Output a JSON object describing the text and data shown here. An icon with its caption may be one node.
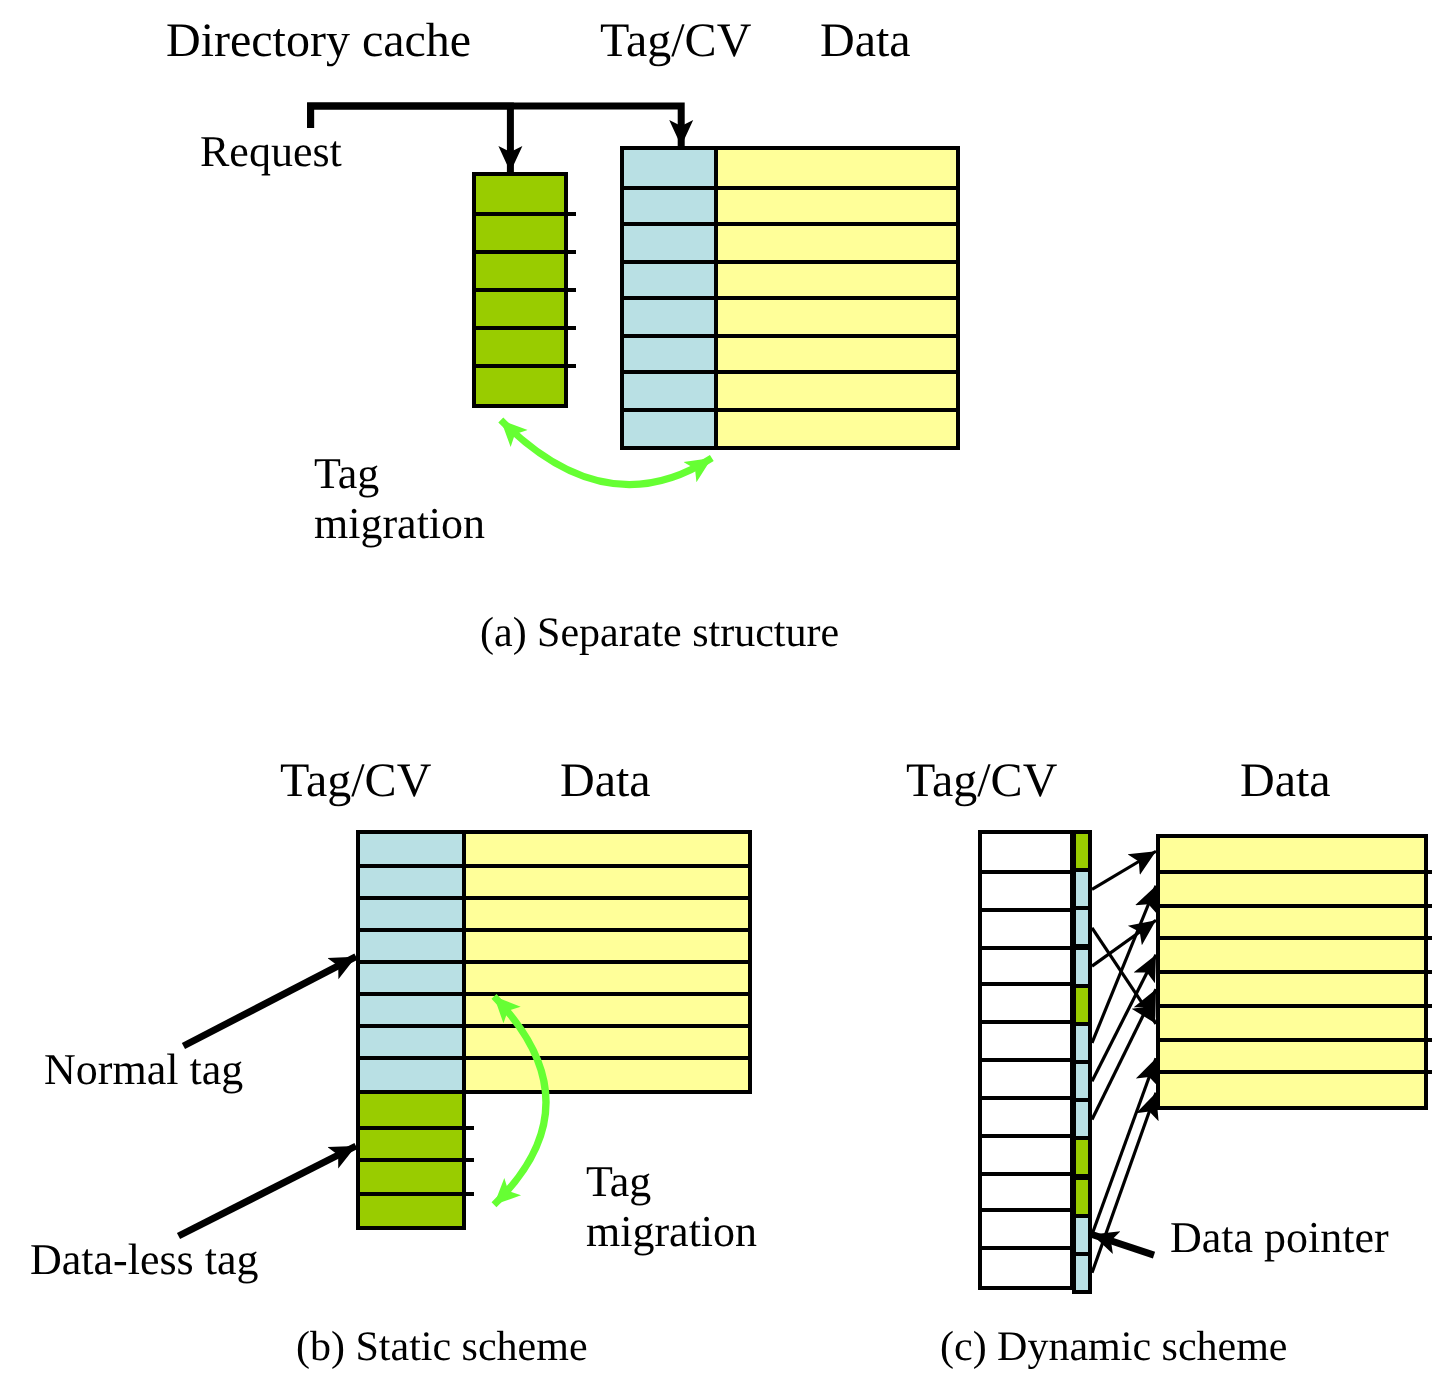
{
  "diagram": {
    "nodes": [
      {
        "text": [
          "Request"
        ]
      },
      {
        "text": [],
        "shape": "box"
      },
      {
        "text": [],
        "shape": "box"
      },
      {
        "text": [],
        "shape": "box"
      },
      {
        "text": [],
        "shape": "box"
      },
      {
        "text": [],
        "shape": "box"
      },
      {
        "text": [
          "Normal tag"
        ]
      },
      {
        "text": [
          "Data-less tag"
        ]
      },
      {
        "text": [],
        "shape": "box"
      },
      {
        "text": [],
        "shape": "box"
      },
      {
        "text": [],
        "shape": "box"
      },
      {
        "text": [],
        "shape": "box"
      },
      {
        "text": [],
        "shape": "box"
      },
      {
        "text": [],
        "shape": "box"
      },
      {
        "text": [],
        "shape": "box"
      },
      {
        "text": [],
        "shape": "box"
      },
      {
        "text": [],
        "shape": "box"
      },
      {
        "text": [],
        "shape": "box"
      },
      {
        "text": [],
        "shape": "box"
      },
      {
        "text": [],
        "shape": "box"
      },
      {
        "text": [],
        "shape": "box"
      },
      {
        "text": [],
        "shape": "box"
      },
      {
        "text": [
          "Data pointer"
        ]
      }
    ],
    "edges": [
      {
        "from": 0,
        "to": 1,
        "arrow": "to",
        "style": "thick"
      },
      {
        "from": 0,
        "to": 2,
        "arrow": "to",
        "style": "thick"
      },
      {
        "from": 1,
        "to": 2,
        "arrow": "both",
        "style": "thick",
        "color": "#66ff33",
        "label": "Tag migration"
      },
      {
        "from": 6,
        "to": 3,
        "arrow": "to",
        "style": "thick"
      },
      {
        "from": 7,
        "to": 4,
        "arrow": "to",
        "style": "thick"
      },
      {
        "from": 5,
        "to": 4,
        "arrow": "both",
        "style": "thick",
        "color": "#66ff33",
        "label": "Tag migration"
      },
      {
        "from": 10,
        "to": 21,
        "arrow": "to"
      },
      {
        "from": 11,
        "to": 21,
        "arrow": "to"
      },
      {
        "from": 12,
        "to": 21,
        "arrow": "to"
      },
      {
        "from": 14,
        "to": 21,
        "arrow": "to"
      },
      {
        "from": 15,
        "to": 21,
        "arrow": "to"
      },
      {
        "from": 16,
        "to": 21,
        "arrow": "to"
      },
      {
        "from": 19,
        "to": 21,
        "arrow": "to"
      },
      {
        "from": 20,
        "to": 21,
        "arrow": "to"
      },
      {
        "from": 22,
        "to": 19,
        "arrow": "to",
        "style": "thick"
      }
    ],
    "labels": [
      "Directory cache",
      "Tag/CV",
      "Data",
      "(a) Separate structure",
      "Tag/CV",
      "Data",
      "(b) Static scheme",
      "Tag/CV",
      "Data",
      "(c) Dynamic scheme"
    ]
  }
}
